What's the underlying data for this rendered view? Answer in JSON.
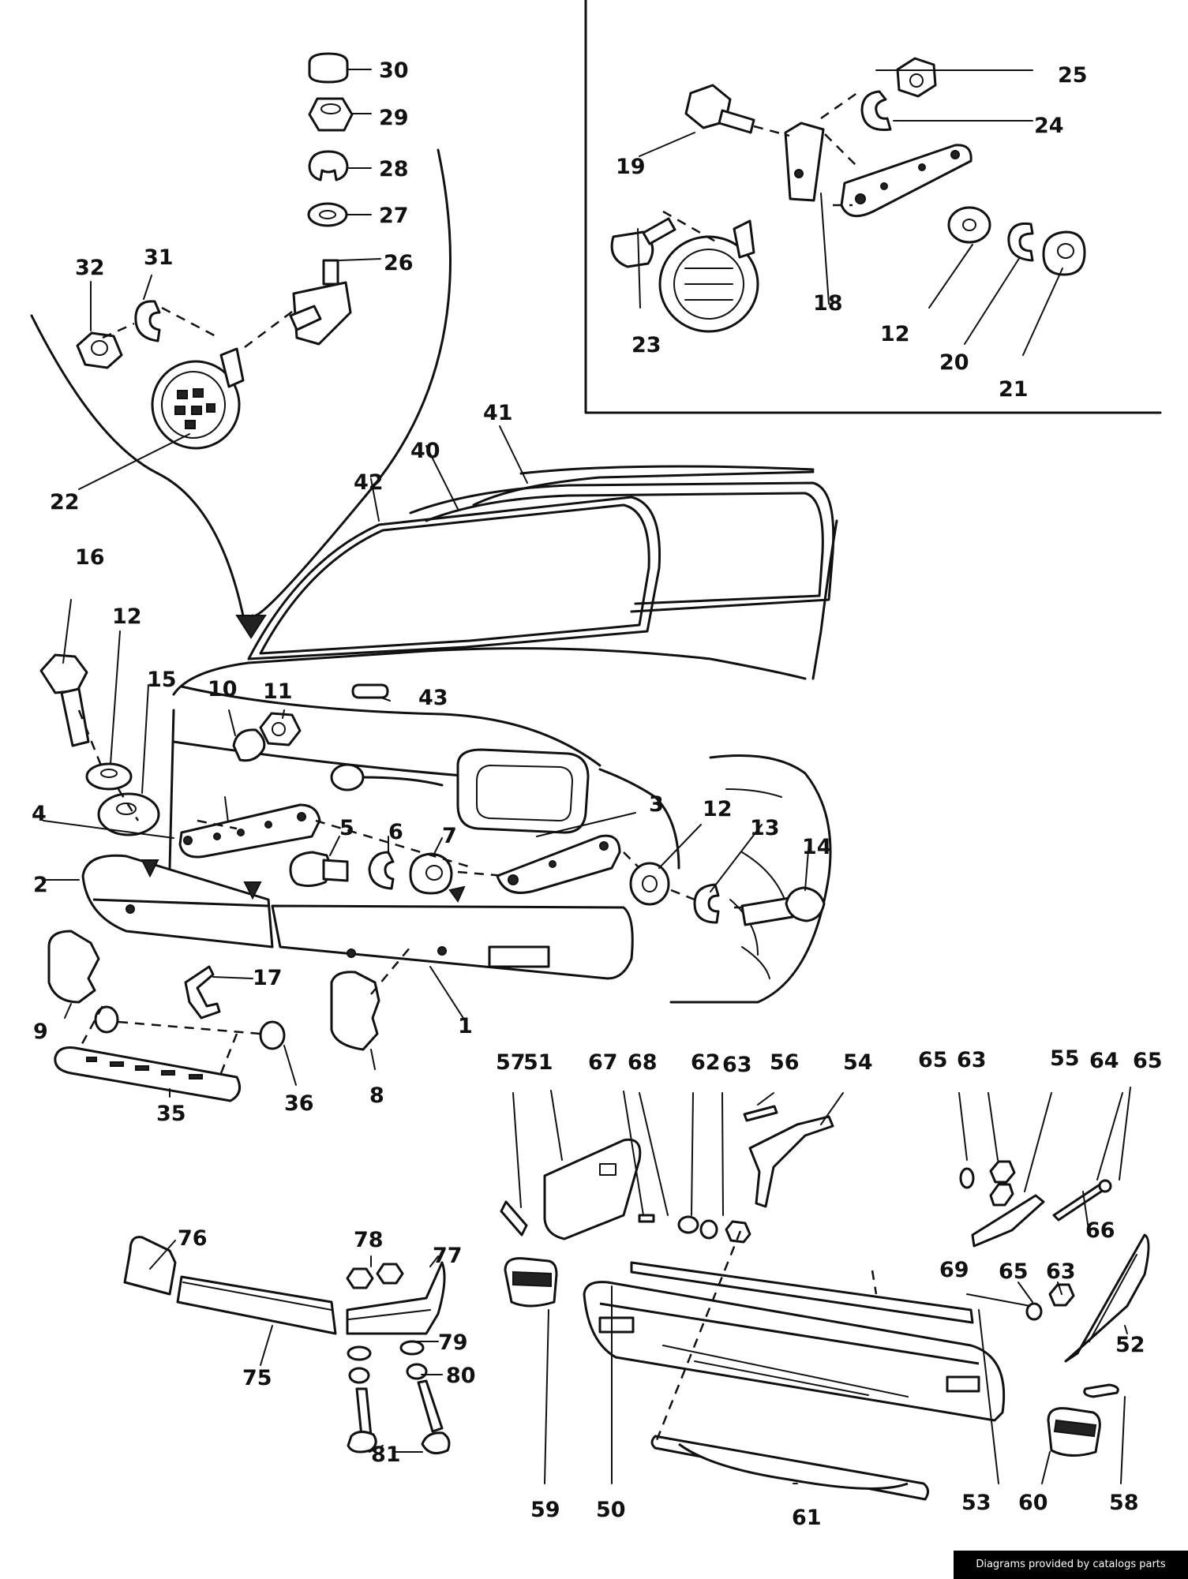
{
  "credit": "Diagrams provided by catalogs parts",
  "labels": {
    "p1": "1",
    "p2": "2",
    "p3": "3",
    "p4": "4",
    "p5": "5",
    "p6": "6",
    "p7": "7",
    "p8": "8",
    "p9": "9",
    "p10": "10",
    "p11": "11",
    "p12a": "12",
    "p12b": "12",
    "p12c": "12",
    "p13": "13",
    "p14": "14",
    "p15": "15",
    "p16": "16",
    "p17": "17",
    "p18": "18",
    "p19": "19",
    "p20": "20",
    "p21": "21",
    "p22": "22",
    "p23": "23",
    "p24": "24",
    "p25": "25",
    "p26": "26",
    "p27": "27",
    "p28": "28",
    "p29": "29",
    "p30": "30",
    "p31": "31",
    "p32": "32",
    "p35": "35",
    "p36": "36",
    "p40": "40",
    "p41": "41",
    "p42": "42",
    "p43": "43",
    "p50": "50",
    "p51": "51",
    "p52": "52",
    "p53": "53",
    "p54": "54",
    "p55": "55",
    "p56": "56",
    "p57": "57",
    "p58": "58",
    "p59": "59",
    "p60": "60",
    "p61": "61",
    "p62": "62",
    "p63a": "63",
    "p63b": "63",
    "p63c": "63",
    "p64": "64",
    "p65a": "65",
    "p65b": "65",
    "p65c": "65",
    "p66": "66",
    "p67": "67",
    "p68": "68",
    "p69": "69",
    "p75": "75",
    "p76": "76",
    "p77": "77",
    "p78": "78",
    "p79": "79",
    "p80": "80",
    "p81": "81"
  }
}
